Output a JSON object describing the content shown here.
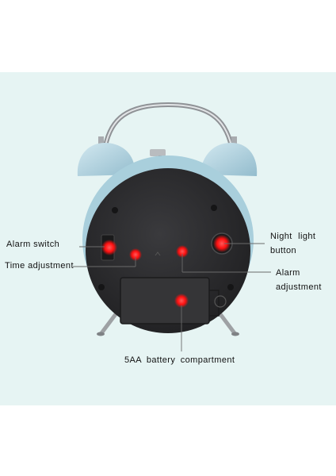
{
  "labels": {
    "alarm_switch": "Alarm switch",
    "time_adjustment": "Time adjustment",
    "night_light_line1": "Night light",
    "night_light_line2": "button",
    "alarm_adjustment_line1": "Alarm",
    "alarm_adjustment_line2": "adjustment",
    "battery": "5AA battery compartment"
  },
  "colors": {
    "background_panel": "#e6f4f3",
    "bell_blue": "#b5d6e2",
    "clock_back": "#2d2d2f",
    "highlight_red": "#ff2020",
    "leader_line": "#6b6b6b"
  }
}
